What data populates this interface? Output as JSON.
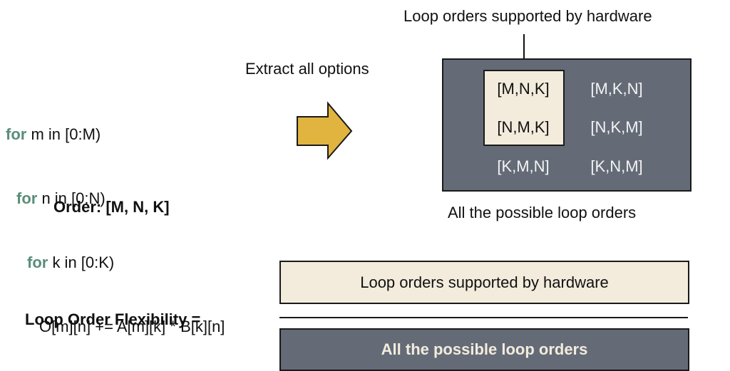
{
  "code": {
    "lines": [
      {
        "kw": "for",
        "rest": " m in [0:M)"
      },
      {
        "kw": "for",
        "rest": " n in [0:N)"
      },
      {
        "kw": "for",
        "rest": " k in [0:K)"
      },
      {
        "kw": "",
        "rest": "O[m][n] += A[m][k] * B[k][n]"
      }
    ],
    "order_label": "Order: [M, N, K]"
  },
  "arrow": {
    "label": "Extract all options",
    "icon": "right-arrow-icon",
    "color": "#e0b43e"
  },
  "options_panel": {
    "supported_label": "Loop orders supported by hardware",
    "all_label": "All the possible loop orders",
    "supported": [
      "[M,N,K]",
      "[N,M,K]"
    ],
    "others": [
      "[M,K,N]",
      "[N,K,M]",
      "[K,M,N]",
      "[K,N,M]"
    ]
  },
  "formula": {
    "label": "Loop Order Flexibility =",
    "numerator": "Loop orders supported by hardware",
    "denominator": "All the possible loop orders"
  },
  "colors": {
    "dark": "#646b77",
    "cream": "#f3ecdd",
    "keyword": "#5a8e7a",
    "arrow": "#e0b43e"
  }
}
